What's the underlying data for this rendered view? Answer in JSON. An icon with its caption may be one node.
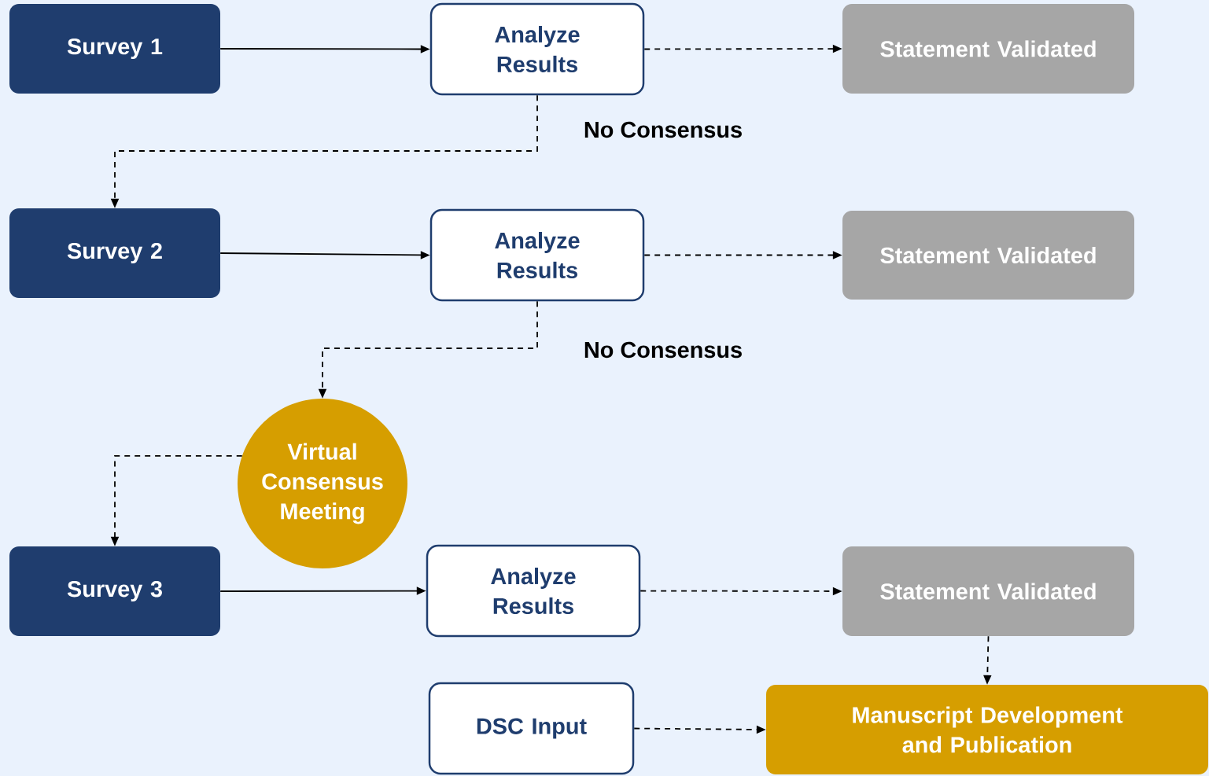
{
  "diagram": {
    "nodes": [
      {
        "text": [
          "Survey 1"
        ]
      },
      {
        "text": [
          "Analyze Results"
        ]
      },
      {
        "text": [
          "Statement Validated"
        ]
      },
      {
        "text": [
          "Survey 2"
        ]
      },
      {
        "text": [
          "Analyze Results"
        ]
      },
      {
        "text": [
          "Statement Validated"
        ]
      },
      {
        "text": [
          "Virtual Consensus Meeting"
        ]
      },
      {
        "text": [
          "Survey 3"
        ]
      },
      {
        "text": [
          "Analyze Results"
        ]
      },
      {
        "text": [
          "Statement Validated"
        ]
      },
      {
        "text": [
          "DSC Input"
        ]
      },
      {
        "text": [
          "Manuscript Development and Publication"
        ]
      }
    ],
    "edges": [
      {
        "from": 0,
        "to": 1,
        "arrow": "to"
      },
      {
        "from": 1,
        "to": 2,
        "arrow": "to",
        "style": "dashed"
      },
      {
        "from": 1,
        "to": 3,
        "arrow": "to",
        "style": "dashed",
        "label": "No Consensus"
      },
      {
        "from": 3,
        "to": 4,
        "arrow": "to"
      },
      {
        "from": 4,
        "to": 5,
        "arrow": "to",
        "style": "dashed"
      },
      {
        "from": 4,
        "to": 6,
        "arrow": "to",
        "style": "dashed",
        "label": "No Consensus"
      },
      {
        "from": 6,
        "to": 7,
        "arrow": "to",
        "style": "dashed"
      },
      {
        "from": 7,
        "to": 8,
        "arrow": "to"
      },
      {
        "from": 8,
        "to": 9,
        "arrow": "to",
        "style": "dashed"
      },
      {
        "from": 9,
        "to": 11,
        "arrow": "to",
        "style": "dashed"
      },
      {
        "from": 10,
        "to": 11,
        "arrow": "to",
        "style": "dashed"
      }
    ]
  }
}
